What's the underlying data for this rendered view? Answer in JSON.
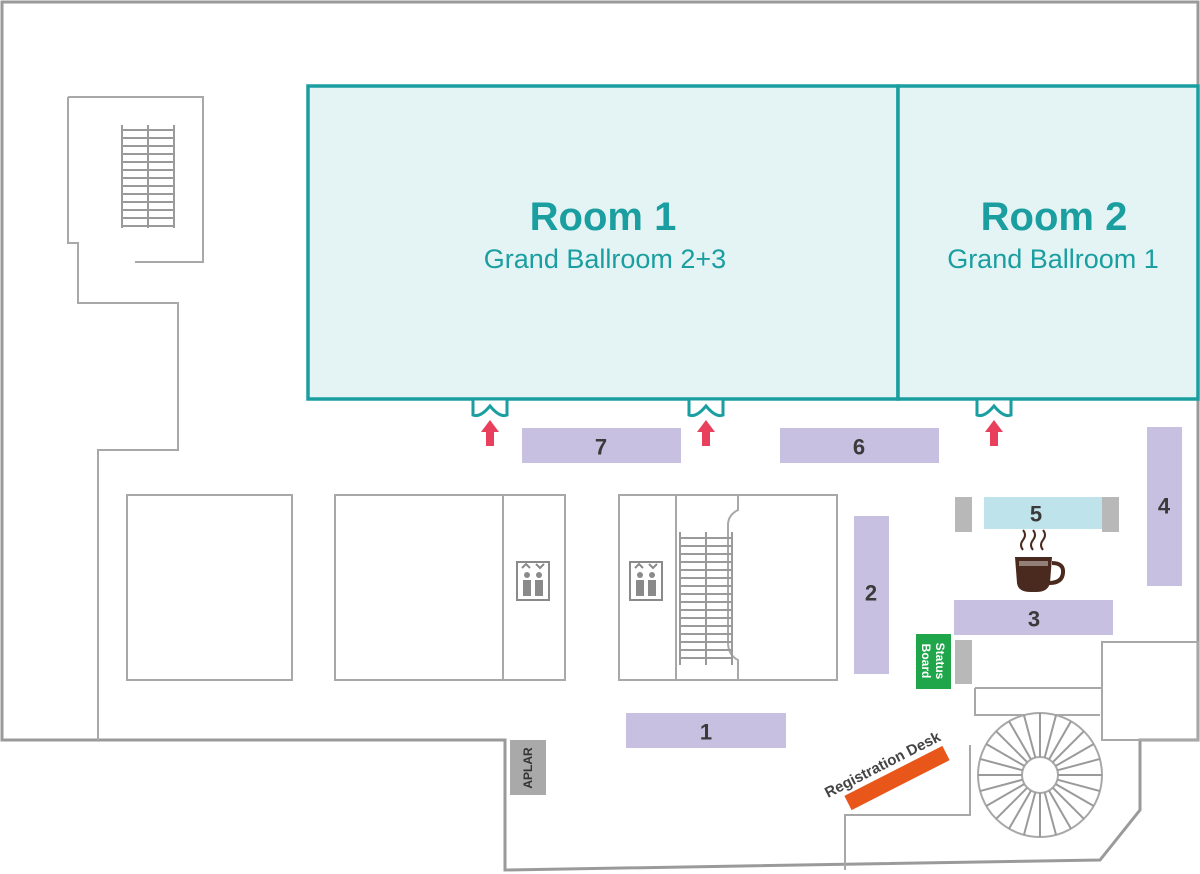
{
  "rooms": [
    {
      "title": "Room 1",
      "subtitle": "Grand Ballroom 2+3"
    },
    {
      "title": "Room 2",
      "subtitle": "Grand Ballroom 1"
    }
  ],
  "booths": [
    {
      "label": "1"
    },
    {
      "label": "2"
    },
    {
      "label": "3"
    },
    {
      "label": "4"
    },
    {
      "label": "5"
    },
    {
      "label": "6"
    },
    {
      "label": "7"
    }
  ],
  "labels": {
    "status_board_line1": "Status",
    "status_board_line2": "Board",
    "aplar": "APLAR",
    "registration_desk": "Registration Desk"
  },
  "icons": {
    "coffee": "coffee-cup-icon",
    "elevator": "elevator-icon",
    "entrance_arrow": "entrance-arrow-icon"
  },
  "colors": {
    "room_accent": "#1a9ea0",
    "room_fill": "#e4f4f5",
    "booth": "#c8c0e0",
    "coffee_booth": "#bfe3ea",
    "entrance_arrow": "#e8405c",
    "status_board": "#1fa64a",
    "registration_desk": "#e8561a"
  }
}
